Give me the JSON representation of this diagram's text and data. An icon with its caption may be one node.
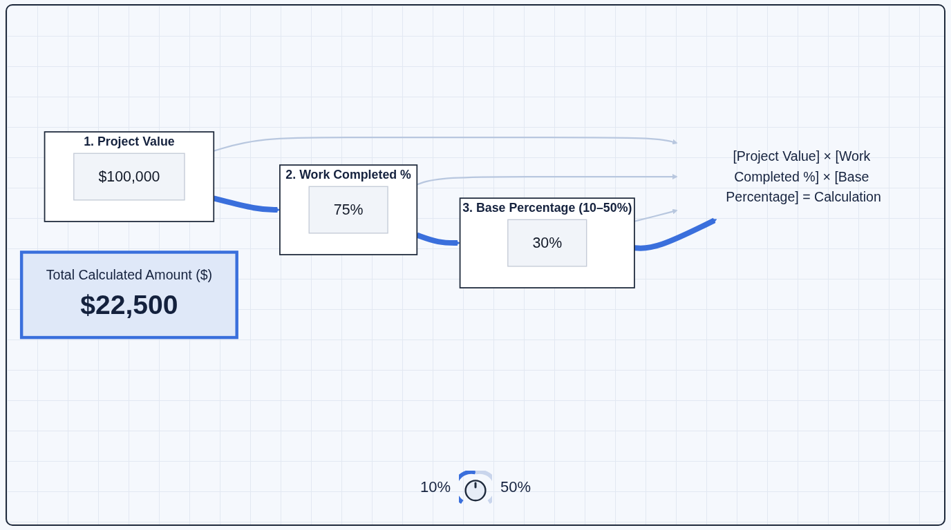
{
  "diagram": {
    "nodes": [
      {
        "text": [
          "1. Project Value"
        ]
      },
      {
        "text": [
          "$100,000"
        ],
        "in": 0
      },
      {
        "text": [
          "2. Work Completed %"
        ]
      },
      {
        "text": [
          "75%"
        ],
        "in": 2
      },
      {
        "text": [
          "3. Base Percentage (10–50%)"
        ]
      },
      {
        "text": [
          "30%"
        ],
        "in": 4
      },
      {
        "text": [
          "[Project Value] × [Work Completed %] × [Base Percentage] = Calculation"
        ]
      },
      {
        "text": [
          "Total Calculated Amount ($)",
          "$22,500"
        ]
      }
    ],
    "edges": [
      {
        "from": 0,
        "to": 2,
        "arrow": "to",
        "style": "thick"
      },
      {
        "from": 2,
        "to": 4,
        "arrow": "to",
        "style": "thick"
      },
      {
        "from": 0,
        "to": 6,
        "arrow": "to",
        "color": "#b8c7df"
      },
      {
        "from": 2,
        "to": 6,
        "arrow": "to",
        "color": "#b8c7df"
      },
      {
        "from": 4,
        "to": 6,
        "arrow": "to",
        "color": "#b8c7df"
      },
      {
        "from": 4,
        "to": 6,
        "arrow": "to",
        "style": "thick"
      }
    ],
    "labels": [
      "10%",
      "50%"
    ]
  }
}
